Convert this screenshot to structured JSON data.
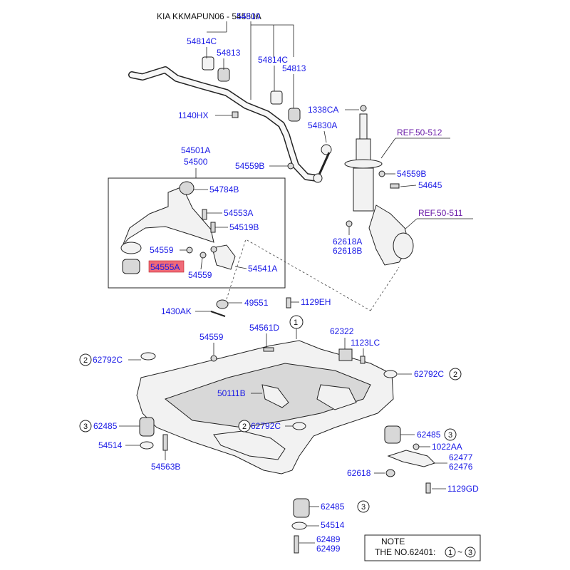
{
  "header": {
    "title": "KIA KKMAPUN06 - 54550A"
  },
  "parts": {
    "p54810": "54810",
    "p54814C_a": "54814C",
    "p54813_a": "54813",
    "p54814C_b": "54814C",
    "p54813_b": "54813",
    "p1140HX": "1140HX",
    "p1338CA": "1338CA",
    "p54830A": "54830A",
    "p54559B_a": "54559B",
    "p54501A": "54501A",
    "p54500": "54500",
    "p54784B": "54784B",
    "p54553A": "54553A",
    "p54519B": "54519B",
    "p54559_a": "54559",
    "p54555A": "54555A",
    "p54559_b": "54559",
    "p54541A": "54541A",
    "p54559B_b": "54559B",
    "p54645": "54645",
    "p62618A": "62618A",
    "p62618B": "62618B",
    "p1430AK": "1430AK",
    "p49551": "49551",
    "p1129EH": "1129EH",
    "p54559_c": "54559",
    "p54561D": "54561D",
    "p62322": "62322",
    "p1123LC": "1123LC",
    "p62792C_a": "62792C",
    "p62792C_b": "62792C",
    "p50111B": "50111B",
    "p62792C_c": "62792C",
    "p62485_a": "62485",
    "p54514_a": "54514",
    "p54563B": "54563B",
    "p62485_b": "62485",
    "p1022AA": "1022AA",
    "p62477": "62477",
    "p62476": "62476",
    "p62618": "62618",
    "p1129GD": "1129GD",
    "p62485_c": "62485",
    "p54514_b": "54514",
    "p62489": "62489",
    "p62499": "62499"
  },
  "refs": {
    "ref_512": "REF.50-512",
    "ref_511": "REF.50-511"
  },
  "circles": {
    "c1": "1",
    "c2a": "2",
    "c2b": "2",
    "c2c": "2",
    "c3a": "3",
    "c3b": "3",
    "c3c": "3",
    "note_c1": "1",
    "note_c3": "3"
  },
  "note": {
    "title": "NOTE",
    "line_prefix": "THE NO.62401:",
    "range_sep": "~"
  },
  "colors": {
    "part_number": "#1a1ae6",
    "reference": "#6a1aa8",
    "highlight_fill": "#f06a78"
  }
}
